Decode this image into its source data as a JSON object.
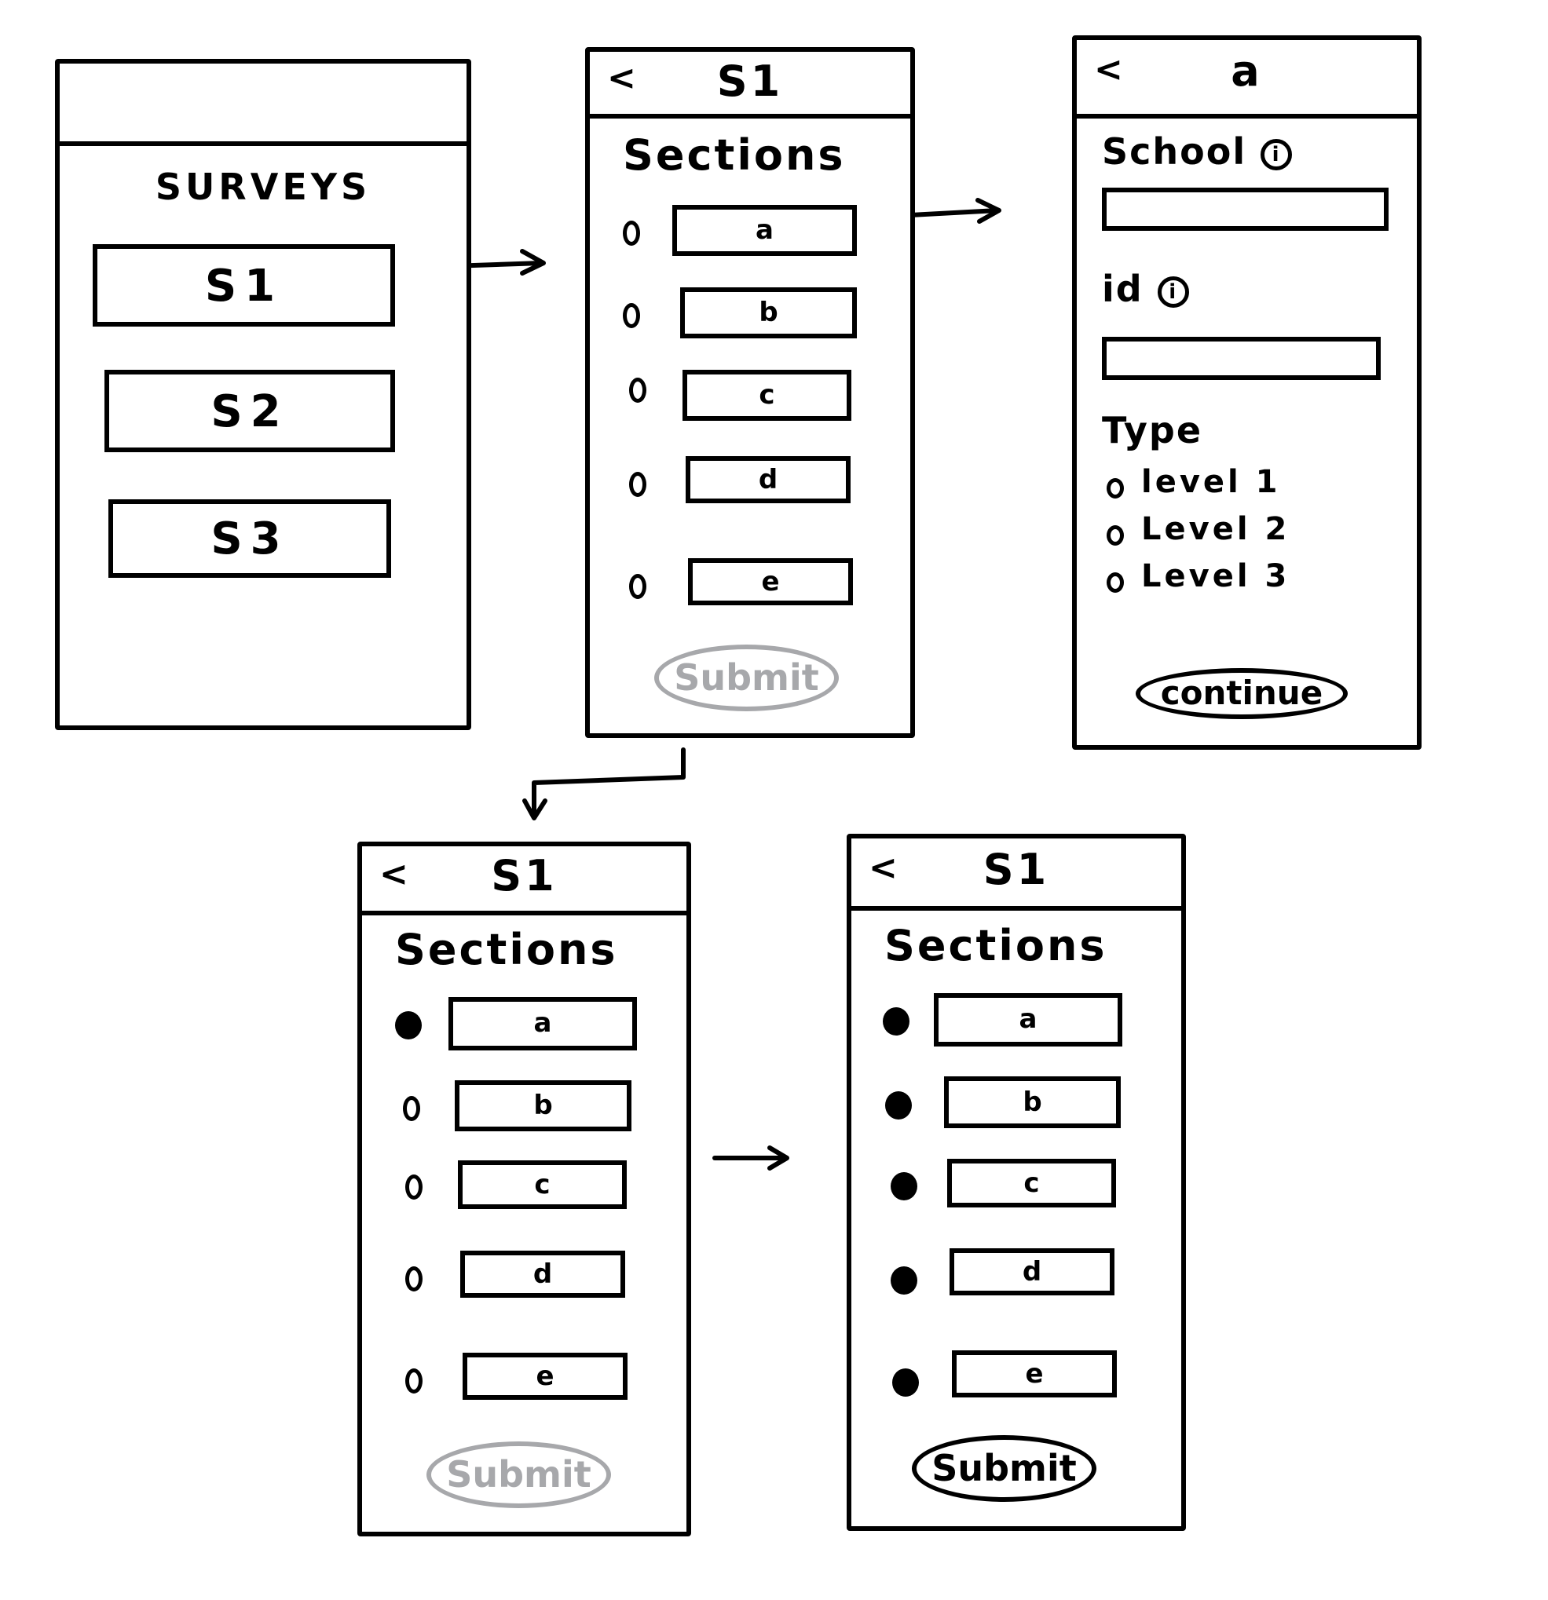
{
  "surveys_screen": {
    "title": "SURVEYS",
    "items": [
      "S1",
      "S2",
      "S3"
    ]
  },
  "sections_screen_initial": {
    "back": "<",
    "title": "S1",
    "heading": "Sections",
    "sections": [
      "a",
      "b",
      "c",
      "d",
      "e"
    ],
    "submit": "Submit",
    "submit_enabled": false
  },
  "section_detail_screen": {
    "back": "<",
    "title": "a",
    "school_label": "School",
    "id_label": "id",
    "info_icon": "i",
    "type_label": "Type",
    "type_options": [
      "level 1",
      "Level 2",
      "Level 3"
    ],
    "continue": "continue"
  },
  "sections_screen_partial": {
    "back": "<",
    "title": "S1",
    "heading": "Sections",
    "sections": [
      "a",
      "b",
      "c",
      "d",
      "e"
    ],
    "completed": [
      true,
      false,
      false,
      false,
      false
    ],
    "submit": "Submit",
    "submit_enabled": false
  },
  "sections_screen_complete": {
    "back": "<",
    "title": "S1",
    "heading": "Sections",
    "sections": [
      "a",
      "b",
      "c",
      "d",
      "e"
    ],
    "completed": [
      true,
      true,
      true,
      true,
      true
    ],
    "submit": "Submit",
    "submit_enabled": true
  },
  "colors": {
    "ink": "#000000",
    "disabled": "#a7a8ab",
    "paper": "#ffffff"
  }
}
